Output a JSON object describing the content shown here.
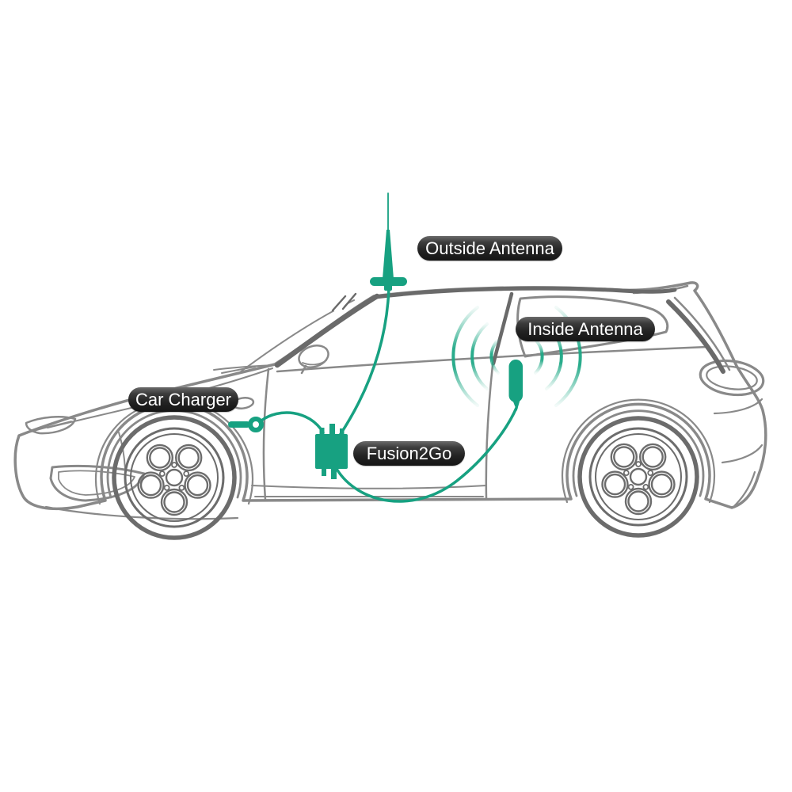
{
  "diagram": {
    "labels": {
      "outside_antenna": "Outside Antenna",
      "inside_antenna": "Inside Antenna",
      "car_charger": "Car Charger",
      "fusion2go": "Fusion2Go"
    },
    "icons": {
      "outside_antenna": "whip-antenna-on-roof-icon",
      "inside_antenna": "rounded-bar-antenna-icon",
      "car_charger": "plug-with-ring-icon",
      "fusion2go": "booster-box-with-connectors-icon",
      "signal_waves": "ripple-arcs-icon",
      "cables": "curved-cable-lines"
    },
    "colors": {
      "accent_green": "#17A181",
      "ripple_green": "#1FA886",
      "car_outline_gray": "#898989",
      "car_outline_dark": "#6A6A6A",
      "label_background": "#232323",
      "label_text": "#FFFFFF",
      "background": "#FFFFFF"
    }
  }
}
